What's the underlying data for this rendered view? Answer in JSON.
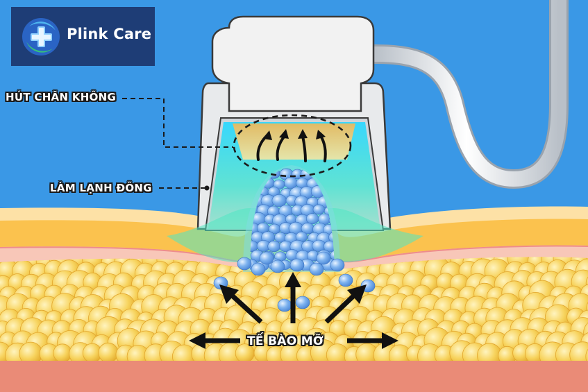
{
  "logo": {
    "brand": "Plink Care",
    "icon": "plus-cross-icon"
  },
  "labels": {
    "vacuum": "HÚT CHÂN KHÔNG",
    "cooling": "LÀM LẠNH ĐÔNG",
    "fat_cells": "TẾ BÀO MỠ"
  },
  "colors": {
    "sky": "#3a98e6",
    "logo_bg": "#1e3d76",
    "skin_outer": "#fde1a6",
    "skin_inner": "#fbc24e",
    "dermis_pink": "#f8c7b8",
    "fat_yellow": "#f6d05a",
    "muscle": "#ea8b77",
    "device": "#f1f1f1",
    "cooling_cyan": "#3fe3d8",
    "cells_blue": "#6fa6ea"
  }
}
